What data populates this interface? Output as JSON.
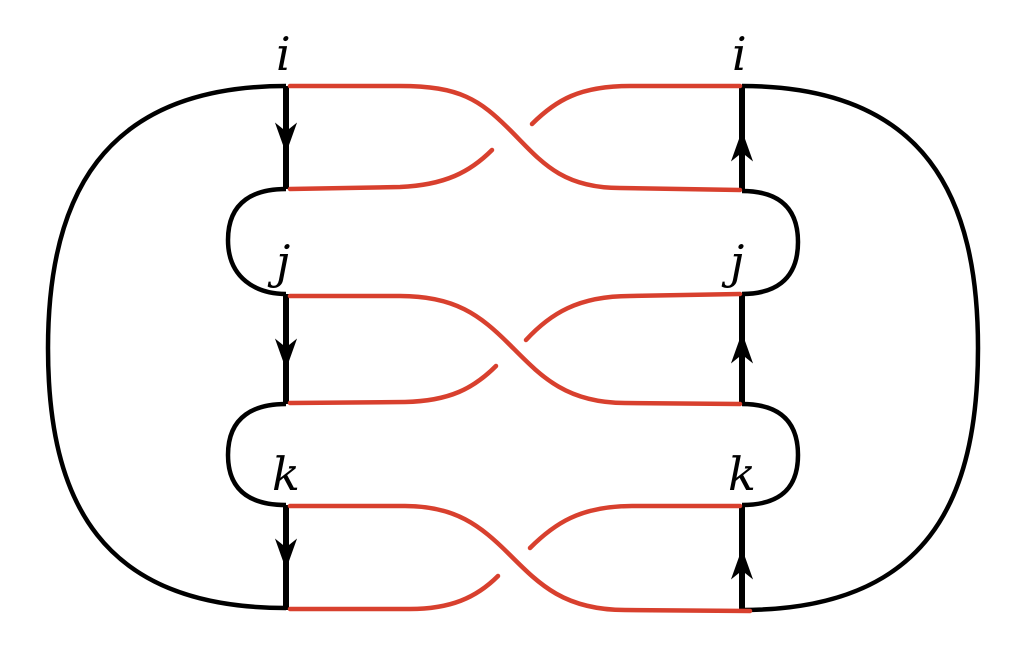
{
  "colors": {
    "strand": "#000000",
    "crossing": "#d8402e",
    "background": "#ffffff"
  },
  "labels": {
    "left_top": "i",
    "left_middle": "j",
    "left_bottom": "k",
    "right_top": "i",
    "right_middle": "j",
    "right_bottom": "k"
  },
  "arrows": {
    "left_direction": "down",
    "right_direction": "up",
    "count_per_side": 3
  },
  "crossings": {
    "count": 3
  }
}
